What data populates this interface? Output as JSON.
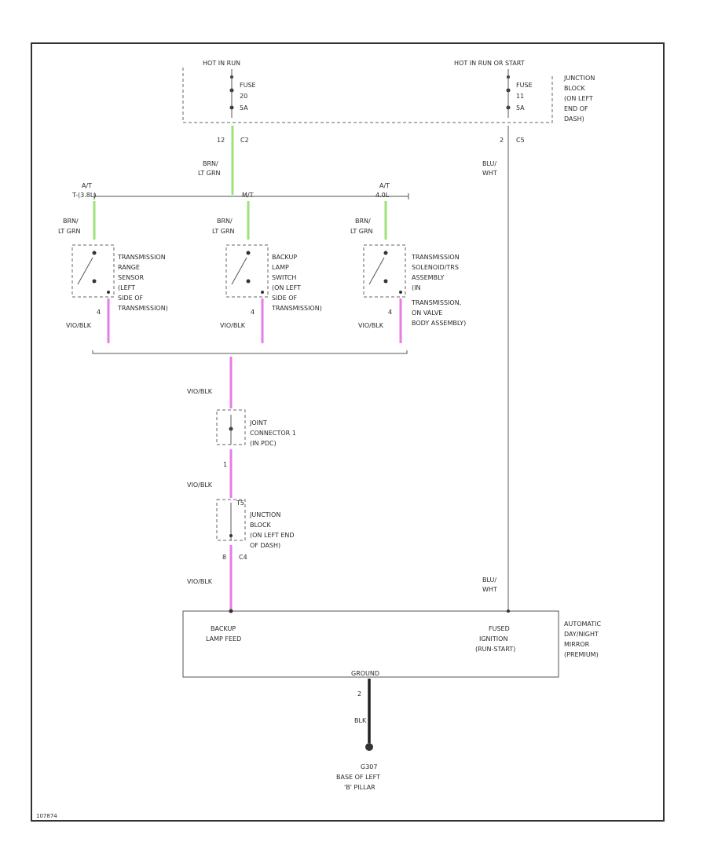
{
  "power": {
    "left_header": "HOT IN RUN",
    "left_fuse": [
      "FUSE",
      "20",
      "5A"
    ],
    "left_pin": "12",
    "left_conn": "C2",
    "right_header": "HOT IN RUN OR START",
    "right_fuse": [
      "FUSE",
      "11",
      "5A"
    ],
    "right_pin": "2",
    "right_conn": "C5",
    "junction_block": [
      "JUNCTION",
      "BLOCK",
      "(ON LEFT",
      "END OF",
      "DASH)"
    ]
  },
  "wires": {
    "brn_ltgrn": [
      "BRN/",
      "LT GRN"
    ],
    "blu_wht": [
      "BLU/",
      "WHT"
    ],
    "vio_blk": "VIO/BLK",
    "blk": "BLK"
  },
  "bus_labels": {
    "at_left": [
      "A/T",
      "T-(3.8L)"
    ],
    "mt": "M/T",
    "at_right": [
      "A/T",
      "4.0L"
    ]
  },
  "switches": {
    "sw1": [
      "TRANSMISSION",
      "RANGE",
      "SENSOR",
      "(LEFT",
      "SIDE OF",
      "TRANSMISSION)"
    ],
    "sw2": [
      "BACKUP",
      "LAMP",
      "SWITCH",
      "(ON LEFT",
      "SIDE OF",
      "TRANSMISSION)"
    ],
    "sw3": [
      "TRANSMISSION",
      "SOLENOID/TRS",
      "ASSEMBLY",
      "(IN",
      "TRANSMISSION,",
      "ON VALVE",
      "BODY ASSEMBLY)"
    ],
    "pin": "4"
  },
  "connectors": {
    "joint": [
      "JOINT",
      "CONNECTOR 1",
      "(IN PDC)"
    ],
    "joint_pin": "1",
    "junction": [
      "JUNCTION",
      "BLOCK",
      "(ON LEFT END",
      "OF DASH)"
    ],
    "junction_top": "T5",
    "junction_pin": "8",
    "junction_conn": "C4"
  },
  "module": {
    "backup_feed": [
      "BACKUP",
      "LAMP FEED"
    ],
    "fused_ignition": [
      "FUSED",
      "IGNITION",
      "(RUN-START)"
    ],
    "name": [
      "AUTOMATIC",
      "DAY/NIGHT",
      "MIRROR",
      "(PREMIUM)"
    ],
    "ground_label": "GROUND",
    "ground_pin": "2"
  },
  "ground": [
    "G307",
    "BASE OF LEFT",
    "'B' PILLAR"
  ],
  "figure_id": "107874"
}
